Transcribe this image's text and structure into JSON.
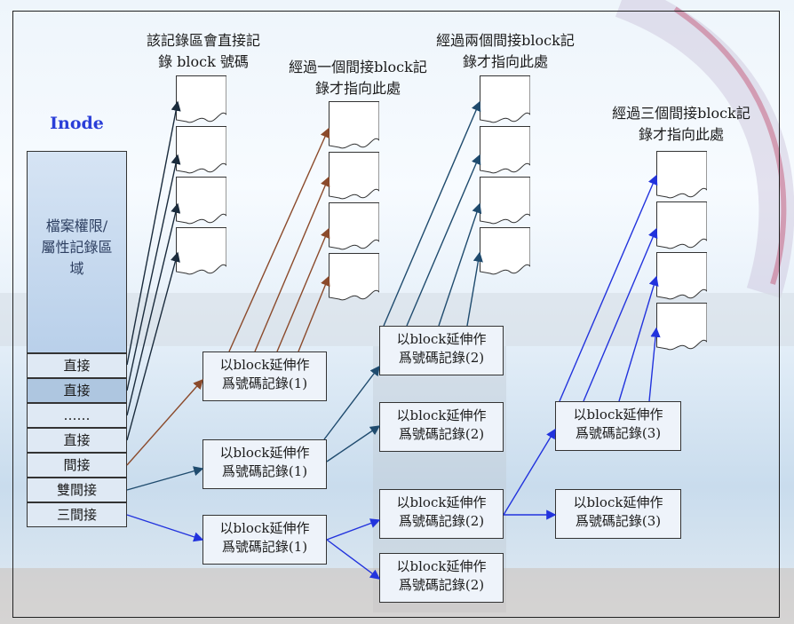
{
  "inode": {
    "title": "Inode",
    "attr_area": [
      "檔案權限/",
      "屬性記錄區",
      "域"
    ],
    "rows": [
      "直接",
      "直接",
      "……",
      "直接",
      "間接",
      "雙間接",
      "三間接"
    ]
  },
  "captions": {
    "direct": [
      "該記錄區會直接記",
      "錄 block 號碼"
    ],
    "single": [
      "經過一個間接block記",
      "錄才指向此處"
    ],
    "double": [
      "經過兩個間接block記",
      "錄才指向此處"
    ],
    "triple": [
      "經過三個間接block記",
      "錄才指向此處"
    ]
  },
  "nodes": {
    "n1a": [
      "以block延伸作",
      "爲號碼記錄(1)"
    ],
    "n1b": [
      "以block延伸作",
      "爲號碼記錄(1)"
    ],
    "n1c": [
      "以block延伸作",
      "爲號碼記錄(1)"
    ],
    "n2a": [
      "以block延伸作",
      "爲號碼記錄(2)"
    ],
    "n2b": [
      "以block延伸作",
      "爲號碼記錄(2)"
    ],
    "n2c": [
      "以block延伸作",
      "爲號碼記錄(2)"
    ],
    "n2d": [
      "以block延伸作",
      "爲號碼記錄(2)"
    ],
    "n3a": [
      "以block延伸作",
      "爲號碼記錄(3)"
    ],
    "n3b": [
      "以block延伸作",
      "爲號碼記錄(3)"
    ]
  },
  "colors": {
    "direct_arrow": "#1a2b3c",
    "single_arrow": "#8b4a2b",
    "double_arrow": "#1f4b6e",
    "triple_arrow": "#2233dd",
    "title_blue": "#2a3ed8"
  }
}
